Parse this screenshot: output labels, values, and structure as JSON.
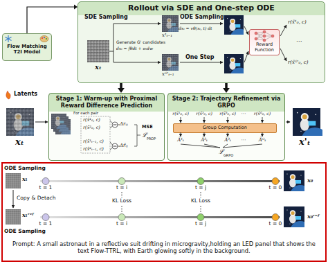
{
  "diagram": {
    "nodes": [
      {
        "text": [
          "Rollout via SDE and One-step ODE"
        ]
      },
      {
        "text": [
          "Reward Function"
        ],
        "in": 0
      },
      {
        "text": [
          "Flow Matching T2I Model"
        ]
      },
      {
        "text": [
          "Stage 1: Warm-up with Proximal Reward Difference Prediction"
        ]
      },
      {
        "text": [
          "Stage 2: Trajectory Refinement via GRPO"
        ]
      },
      {
        "text": [
          "Group Computation"
        ],
        "in": 4
      },
      {
        "text": [
          "Prompt: A small astronaut in a reflective suit drifting in microgravity,holding an LED panel that shows the text Flow-TTRL, with Earth glowing softly in the background."
        ]
      }
    ],
    "edges": [
      {
        "from": 2,
        "to": 0,
        "arrow": "to"
      },
      {
        "from": 0,
        "to": 3,
        "arrow": "to"
      },
      {
        "from": 0,
        "to": 4,
        "arrow": "to"
      }
    ],
    "labels": [
      "SDE Sampling",
      "Generate G' candidates",
      "dxₜ = fθdt + σₜdw",
      "xₜ",
      "x¹ₜ₋₁",
      "xᴳ'ₜ₋₁",
      "ODE Sampling",
      "dxₜ = vθ(xₜ, t) dt",
      "One Step",
      "r(x̂¹₀, c)",
      "⋯",
      "r(x̂ᴳ'₀, c)",
      "Latents",
      "xₜ",
      "For each pair",
      "r(x̂¹₀, c)",
      "r(x̂²₀, c)",
      "r(x̂¹ₜ₋₁, c)",
      "r(x̂²ₜ₋₁, c)",
      "Δrᵢⱼ",
      "Δr̂ᵢⱼ",
      "MSE",
      "ℒ",
      "PRDP",
      "r(x̂¹₀, c)",
      "r(x̂²₀, c)",
      "r(x̂³₀, c)",
      "⋯",
      "r(x̂ᴳ₀, c)",
      "Â¹ₜ",
      "Â²ₜ",
      "Â³ₜ",
      "⋯",
      "Âᴳₜ",
      "ℒ",
      "GRPO",
      "x'ₜ",
      "ODE Sampling",
      "xₜ",
      "t = 1",
      "t = i",
      "t = j",
      "t = 0",
      "x₀",
      "Copy & Detach",
      "KL Loss",
      "KL Loss",
      "ODE Sampling",
      "xₜʳᵉᶠ",
      "t = 1",
      "t = i",
      "t = j",
      "t = 0",
      "x₀ʳᵉᶠ"
    ]
  }
}
